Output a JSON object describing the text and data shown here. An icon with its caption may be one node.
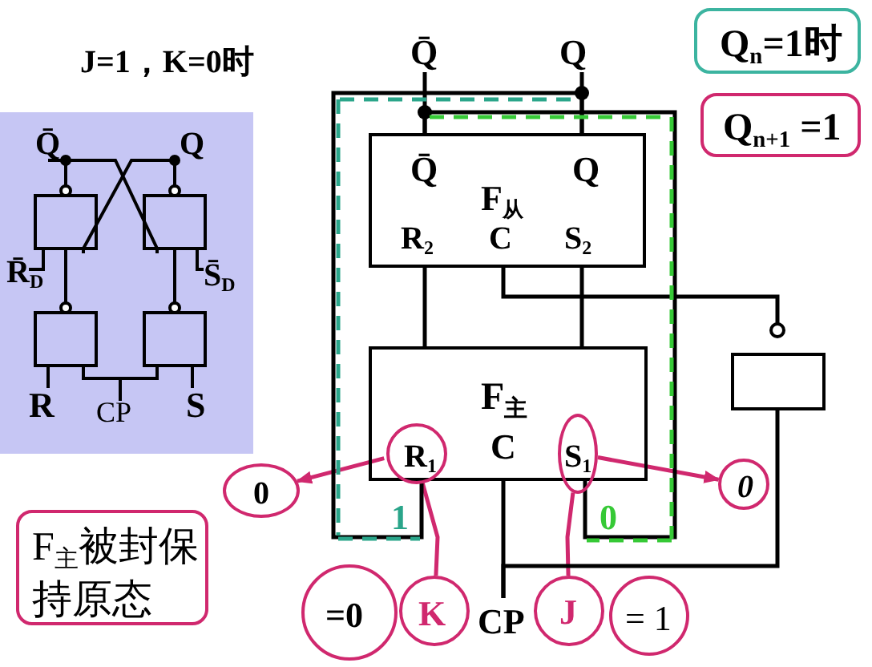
{
  "diagram": {
    "title": "J=1，K=0时",
    "nodes": [
      {
        "text": [
          "Q̄",
          "Q",
          "F$_{从}$",
          "R$_{2}$",
          "C",
          "S$_{2}$"
        ]
      },
      {
        "text": [
          "F$_{主}$",
          "C"
        ]
      },
      {
        "text": [
          "R$_{1}$"
        ],
        "in": 1
      },
      {
        "text": [
          "S$_{1}$"
        ]
      },
      {
        "text": [],
        "shape": "box"
      },
      {
        "text": [
          "0"
        ]
      },
      {
        "text": [
          "0"
        ]
      },
      {
        "text": [
          "=0"
        ]
      },
      {
        "text": [
          "K"
        ]
      },
      {
        "text": [
          "J"
        ]
      },
      {
        "text": [
          "= 1"
        ]
      },
      {
        "text": [
          "F$_{主}$被封保持原态"
        ]
      },
      {
        "text": [
          "Q$_{n}$=1时"
        ]
      },
      {
        "text": [
          "Q$_{n+1}$ =1"
        ]
      },
      {
        "text": [
          "Q̄",
          "Q",
          "R̄$_{D}$",
          "S̄$_{D}$",
          "R",
          "CP",
          "S"
        ]
      },
      {
        "text": [
          "CP"
        ]
      },
      {
        "text": [
          "Q̄"
        ]
      },
      {
        "text": [
          "Q"
        ]
      }
    ],
    "edges": [
      {
        "from": 2,
        "to": 5,
        "arrow": "to",
        "color": "#d0286e"
      },
      {
        "from": 3,
        "to": 6,
        "arrow": "to",
        "color": "#d0286e"
      },
      {
        "from": 8,
        "to": 2,
        "arrow": "none",
        "color": "#d0286e"
      },
      {
        "from": 9,
        "to": 3,
        "arrow": "none",
        "color": "#d0286e"
      },
      {
        "from": 1,
        "to": 0,
        "arrow": "none"
      },
      {
        "from": 1,
        "to": 0,
        "arrow": "none"
      },
      {
        "from": 0,
        "to": 1,
        "arrow": "none"
      },
      {
        "from": 0,
        "to": 1,
        "arrow": "none"
      },
      {
        "from": 4,
        "to": 0,
        "arrow": "other"
      },
      {
        "from": 15,
        "to": 1,
        "arrow": "none"
      },
      {
        "from": 15,
        "to": 4,
        "arrow": "none"
      },
      {
        "from": 0,
        "to": 16,
        "arrow": "none"
      },
      {
        "from": 0,
        "to": 17,
        "arrow": "none"
      }
    ],
    "labels": [
      "1",
      "0"
    ]
  }
}
